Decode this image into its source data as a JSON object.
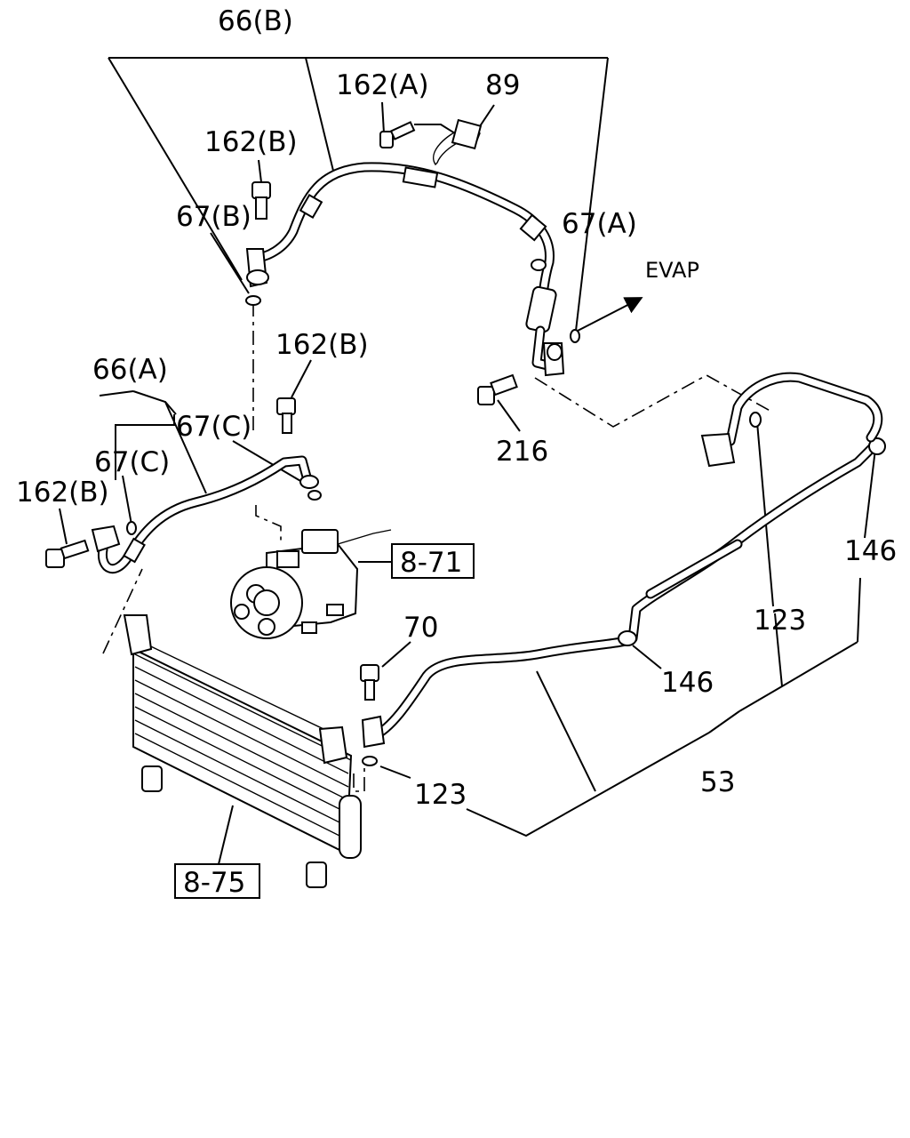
{
  "callouts": {
    "hose_66b": "66(B)",
    "bolt_162a": "162(A)",
    "bracket_89": "89",
    "bolt_162b_top": "162(B)",
    "oring_67b": "67(B)",
    "oring_67a": "67(A)",
    "evap": "EVAP",
    "bolt_162b_mid": "162(B)",
    "hose_66a": "66(A)",
    "oring_67c_upper": "67(C)",
    "oring_67c_lower": "67(C)",
    "bolt_162b_left": "162(B)",
    "bolt_216": "216",
    "ref_compressor": "8-71",
    "bolt_70": "70",
    "clip_146_right": "146",
    "oring_123_right": "123",
    "clip_146_mid": "146",
    "pipe_53": "53",
    "oring_123_lower": "123",
    "ref_condenser": "8-75"
  }
}
